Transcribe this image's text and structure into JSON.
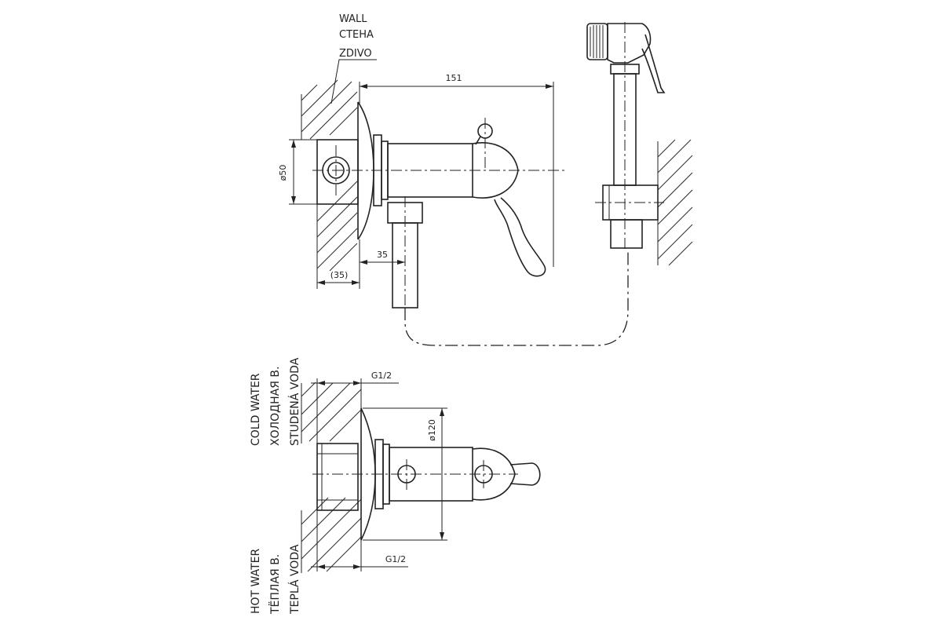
{
  "wall_label": {
    "line1": "WALL",
    "line2": "СТЕНА",
    "line3": "ZDIVO"
  },
  "dimensions": {
    "length": "151",
    "diameter_outlet": "ø50",
    "offset_outlet": "35",
    "wall_depth": "(35)",
    "diameter_rosette": "ø120",
    "thread_top": "G1/2",
    "thread_bottom": "G1/2"
  },
  "cold_water_label": {
    "line1": "COLD WATER",
    "line2": "ХОЛОДНАЯ В.",
    "line3": "STUDENÁ VODA"
  },
  "hot_water_label": {
    "line1": "HOT WATER",
    "line2": "ТЁПЛАЯ В.",
    "line3": "TEPLÁ VODA"
  }
}
